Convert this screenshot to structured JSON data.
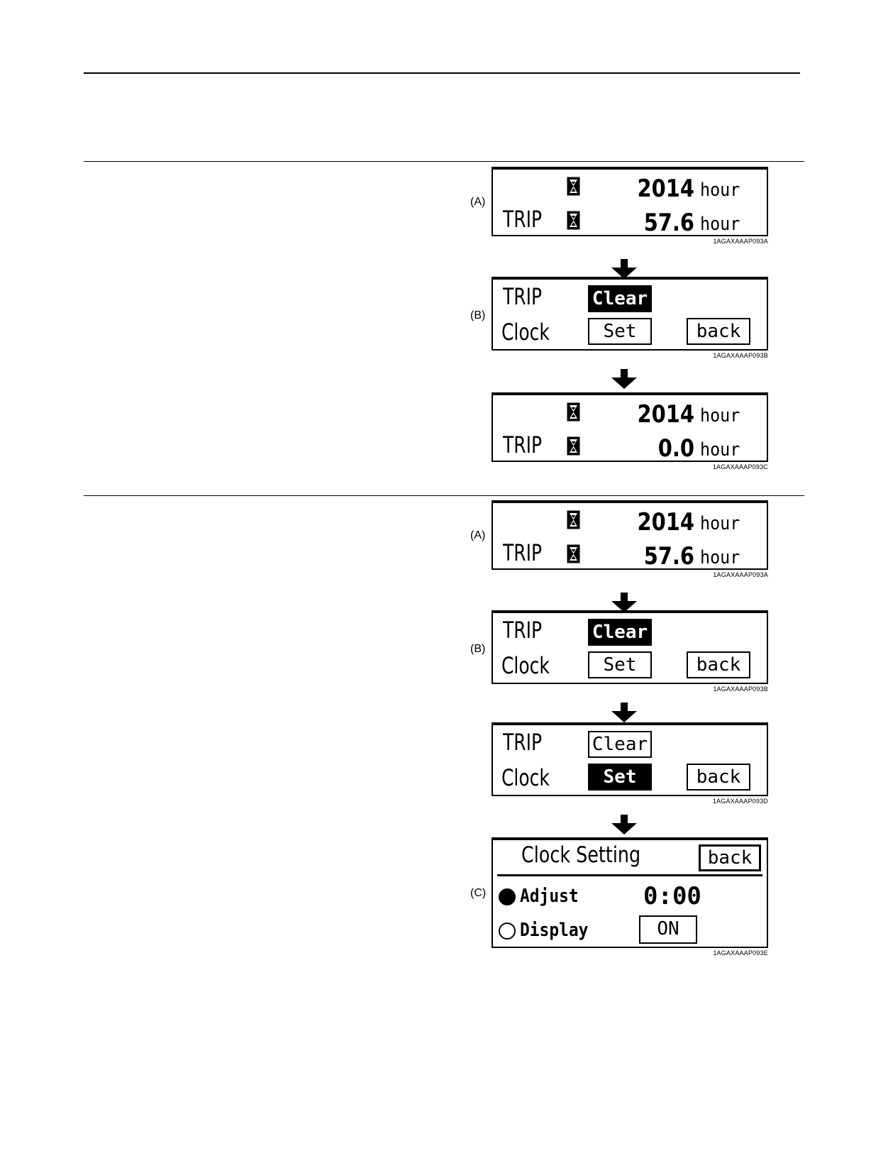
{
  "labels": {
    "a": "(A)",
    "b": "(B)",
    "c": "(C)"
  },
  "hourmeter": {
    "trip_label": "TRIP",
    "unit": "hour",
    "total": "2014",
    "trip_before": "57.6",
    "trip_after": "0.0"
  },
  "menu": {
    "trip_label": "TRIP",
    "clock_label": "Clock",
    "clear_label": "Clear",
    "set_label": "Set",
    "back_label": "back"
  },
  "clock_setting": {
    "title": "Clock Setting",
    "back_label": "back",
    "adjust_label": "Adjust",
    "time": "0:00",
    "display_label": "Display",
    "display_value": "ON"
  },
  "codes": {
    "a": "1AGAXAAAP093A",
    "b": "1AGAXAAAP093B",
    "c": "1AGAXAAAP093C",
    "d": "1AGAXAAAP093D",
    "e": "1AGAXAAAP093E"
  }
}
